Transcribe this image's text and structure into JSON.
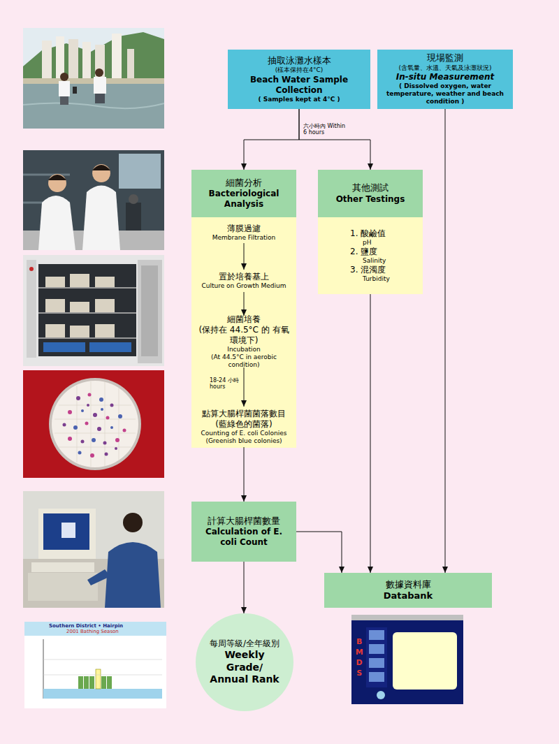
{
  "diagram": {
    "nodes": [
      {
        "text": [
          "抽取泳灘水樣本",
          "(樣本保持在4°C)",
          "Beach Water Sample Collection",
          "( Samples kept at 4°C )"
        ]
      },
      {
        "text": [
          "現場監測",
          "(含氧量、水溫、天氣及泳灘狀況)",
          "In-situ Measurement",
          "( Dissolved oxygen, water temperature, weather and beach condition )"
        ]
      },
      {
        "text": [
          "細菌分析",
          "Bacteriological Analysis"
        ]
      },
      {
        "text": [
          "其他測試",
          "Other Testings"
        ]
      },
      {
        "text": [
          "薄膜過濾",
          "Membrane Filtration"
        ]
      },
      {
        "text": [
          "1. 酸鹼值",
          "pH",
          "2. 鹽度",
          "Salinity",
          "3. 混濁度",
          "Turbidity"
        ]
      },
      {
        "text": [
          "置於培養基上",
          "Culture on Growth Medium"
        ]
      },
      {
        "text": [
          "細菌培養",
          "(保持在 44.5°C 的 有氧環境下)",
          "Incubation",
          "(At 44.5°C in aerobic condition)"
        ]
      },
      {
        "text": [
          "點算大腸桿菌菌落數目",
          "(藍綠色的菌落)",
          "Counting of E. coli Colonies",
          "(Greenish blue colonies)"
        ]
      },
      {
        "text": [
          "計算大腸桿菌數量",
          "Calculation of E. coli Count"
        ]
      },
      {
        "text": [
          "數據資料庫",
          "Databank"
        ]
      },
      {
        "text": [
          "每周等級/全年級別",
          "Weekly Grade/ Annual Rank"
        ]
      }
    ],
    "edges": [
      {
        "from": 0,
        "to": 2,
        "arrow": "to",
        "label": "六小時內 Within 6 hours"
      },
      {
        "from": 0,
        "to": 3,
        "arrow": "to"
      },
      {
        "from": 1,
        "to": 10,
        "arrow": "to"
      },
      {
        "from": 4,
        "to": 6,
        "arrow": "to"
      },
      {
        "from": 6,
        "to": 7,
        "arrow": "to"
      },
      {
        "from": 7,
        "to": 8,
        "arrow": "to",
        "label": "18-24 小時 hours"
      },
      {
        "from": 8,
        "to": 9,
        "arrow": "to"
      },
      {
        "from": 5,
        "to": 10,
        "arrow": "to"
      },
      {
        "from": 9,
        "to": 10,
        "arrow": "to"
      },
      {
        "from": 9,
        "to": 11,
        "arrow": "to"
      }
    ],
    "labels": [
      "Southern District • Hairpin",
      "2001 Bathing Season",
      "BMDS"
    ]
  }
}
